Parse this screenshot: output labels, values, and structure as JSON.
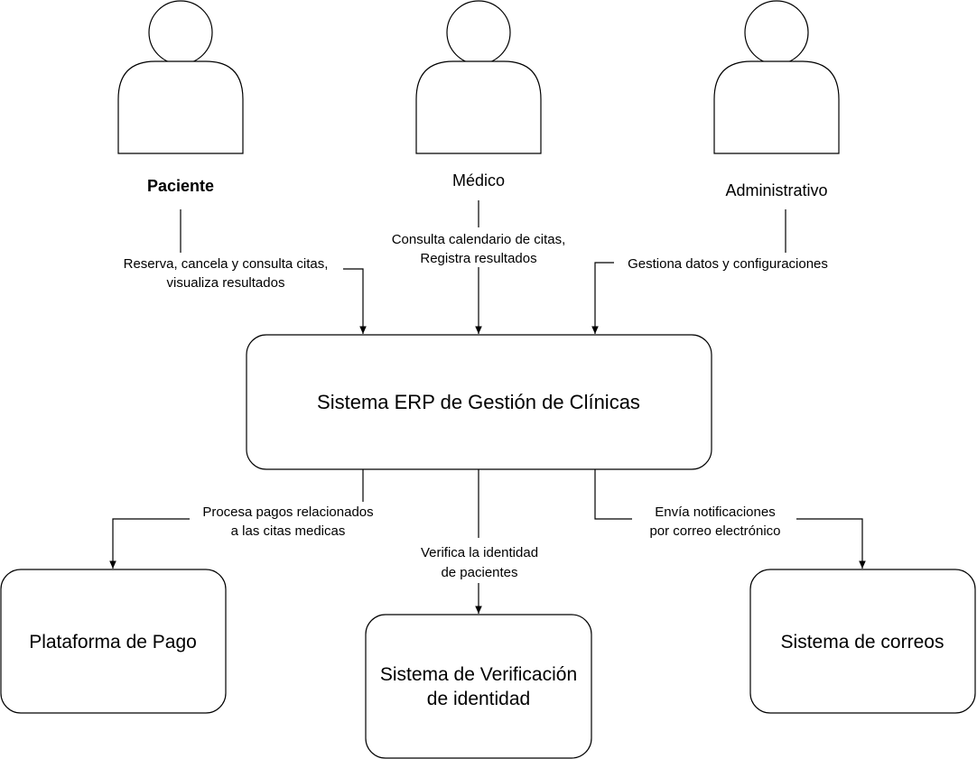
{
  "actors": {
    "paciente": "Paciente",
    "medico": "Médico",
    "administrativo": "Administrativo"
  },
  "central": {
    "label": "Sistema ERP de Gestión de Clínicas"
  },
  "external": {
    "pago": "Plataforma de Pago",
    "verificacion_line1": "Sistema de Verificación",
    "verificacion_line2": "de identidad",
    "correos": "Sistema de correos"
  },
  "edges": {
    "paciente_line1": "Reserva, cancela y consulta citas,",
    "paciente_line2": "visualiza resultados",
    "medico_line1": "Consulta calendario de citas,",
    "medico_line2": "Registra resultados",
    "admin_line1": "Gestiona datos y configuraciones",
    "pago_line1": "Procesa pagos relacionados",
    "pago_line2": "a las citas medicas",
    "verif_line1": "Verifica la identidad",
    "verif_line2": "de pacientes",
    "correo_line1": "Envía notificaciones",
    "correo_line2": "por correo electrónico"
  }
}
